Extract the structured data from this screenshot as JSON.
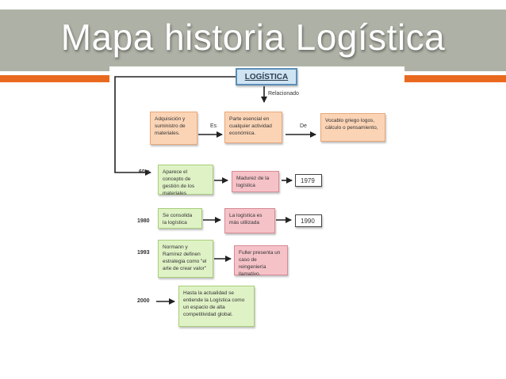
{
  "slide": {
    "title": "Mapa historia Logística"
  },
  "diagram": {
    "root": "LOGÍSTICA",
    "relation_label": "Relacionado",
    "es_label": "Es",
    "de_label": "De",
    "definition_nodes": [
      "Adquisición y suministro de materiales.",
      "Parte esencial en cualquier actividad económica.",
      "Vocablo griego logos, cálculo o pensamiento,"
    ],
    "timeline": [
      {
        "year": "60 s",
        "event": "Aparece el concepto de gestión de los materiales",
        "result": "Madurez de la logística",
        "date": "1979"
      },
      {
        "year": "1980",
        "event": "Se consolida la logística",
        "result": "La logística es más utilizada",
        "date": "1990"
      },
      {
        "year": "1993",
        "event": "Normann y Ramírez definen estrategia como \"el arte de crear valor\"",
        "result": "Fuller presenta un caso de reingeniería llamativo."
      },
      {
        "year": "2000",
        "event": "Hasta la actualidad se entiende la Logística como un espacio de alta competitividad global."
      }
    ]
  }
}
